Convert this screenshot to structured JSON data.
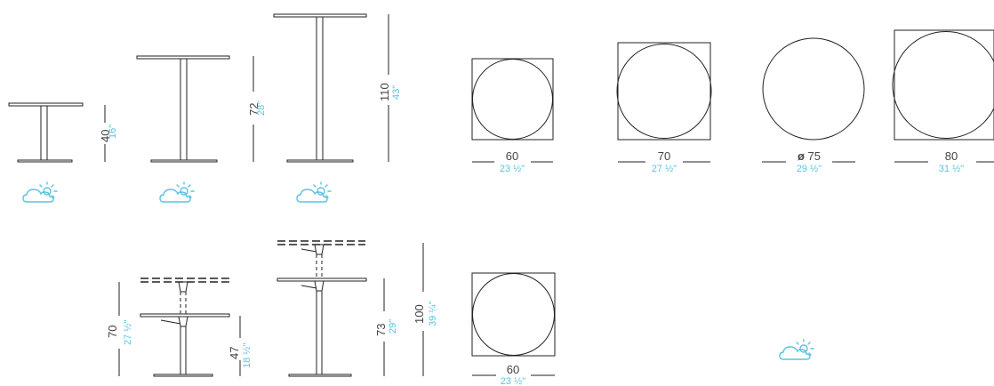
{
  "row1": {
    "heights": [
      {
        "cm": "40",
        "inch": "16\""
      },
      {
        "cm": "72",
        "inch": "28\""
      },
      {
        "cm": "110",
        "inch": "43\""
      }
    ],
    "tops": [
      {
        "cm": "60",
        "inch": "23 ½\""
      },
      {
        "cm": "70",
        "inch": "27 ½\""
      },
      {
        "cm": "75",
        "inch": "29 ½\"",
        "prefix": "ø"
      },
      {
        "cm": "80",
        "inch": "31 ½\""
      }
    ]
  },
  "row2": {
    "adjustable_small": {
      "max_cm": "70",
      "max_inch": "27 ½\"",
      "min_cm": "47",
      "min_inch": "18 ½\""
    },
    "adjustable_large": {
      "min_cm": "73",
      "min_inch": "29\"",
      "max_cm": "100",
      "max_inch": "39 ¼\""
    },
    "top": {
      "cm": "60",
      "inch": "23 ½\""
    }
  },
  "icons": [
    "outdoor-weather-icon",
    "outdoor-weather-icon",
    "outdoor-weather-icon",
    "outdoor-weather-icon"
  ],
  "colors": {
    "line": "#222222",
    "metric": "#444444",
    "imperial": "#5cc3e0"
  }
}
